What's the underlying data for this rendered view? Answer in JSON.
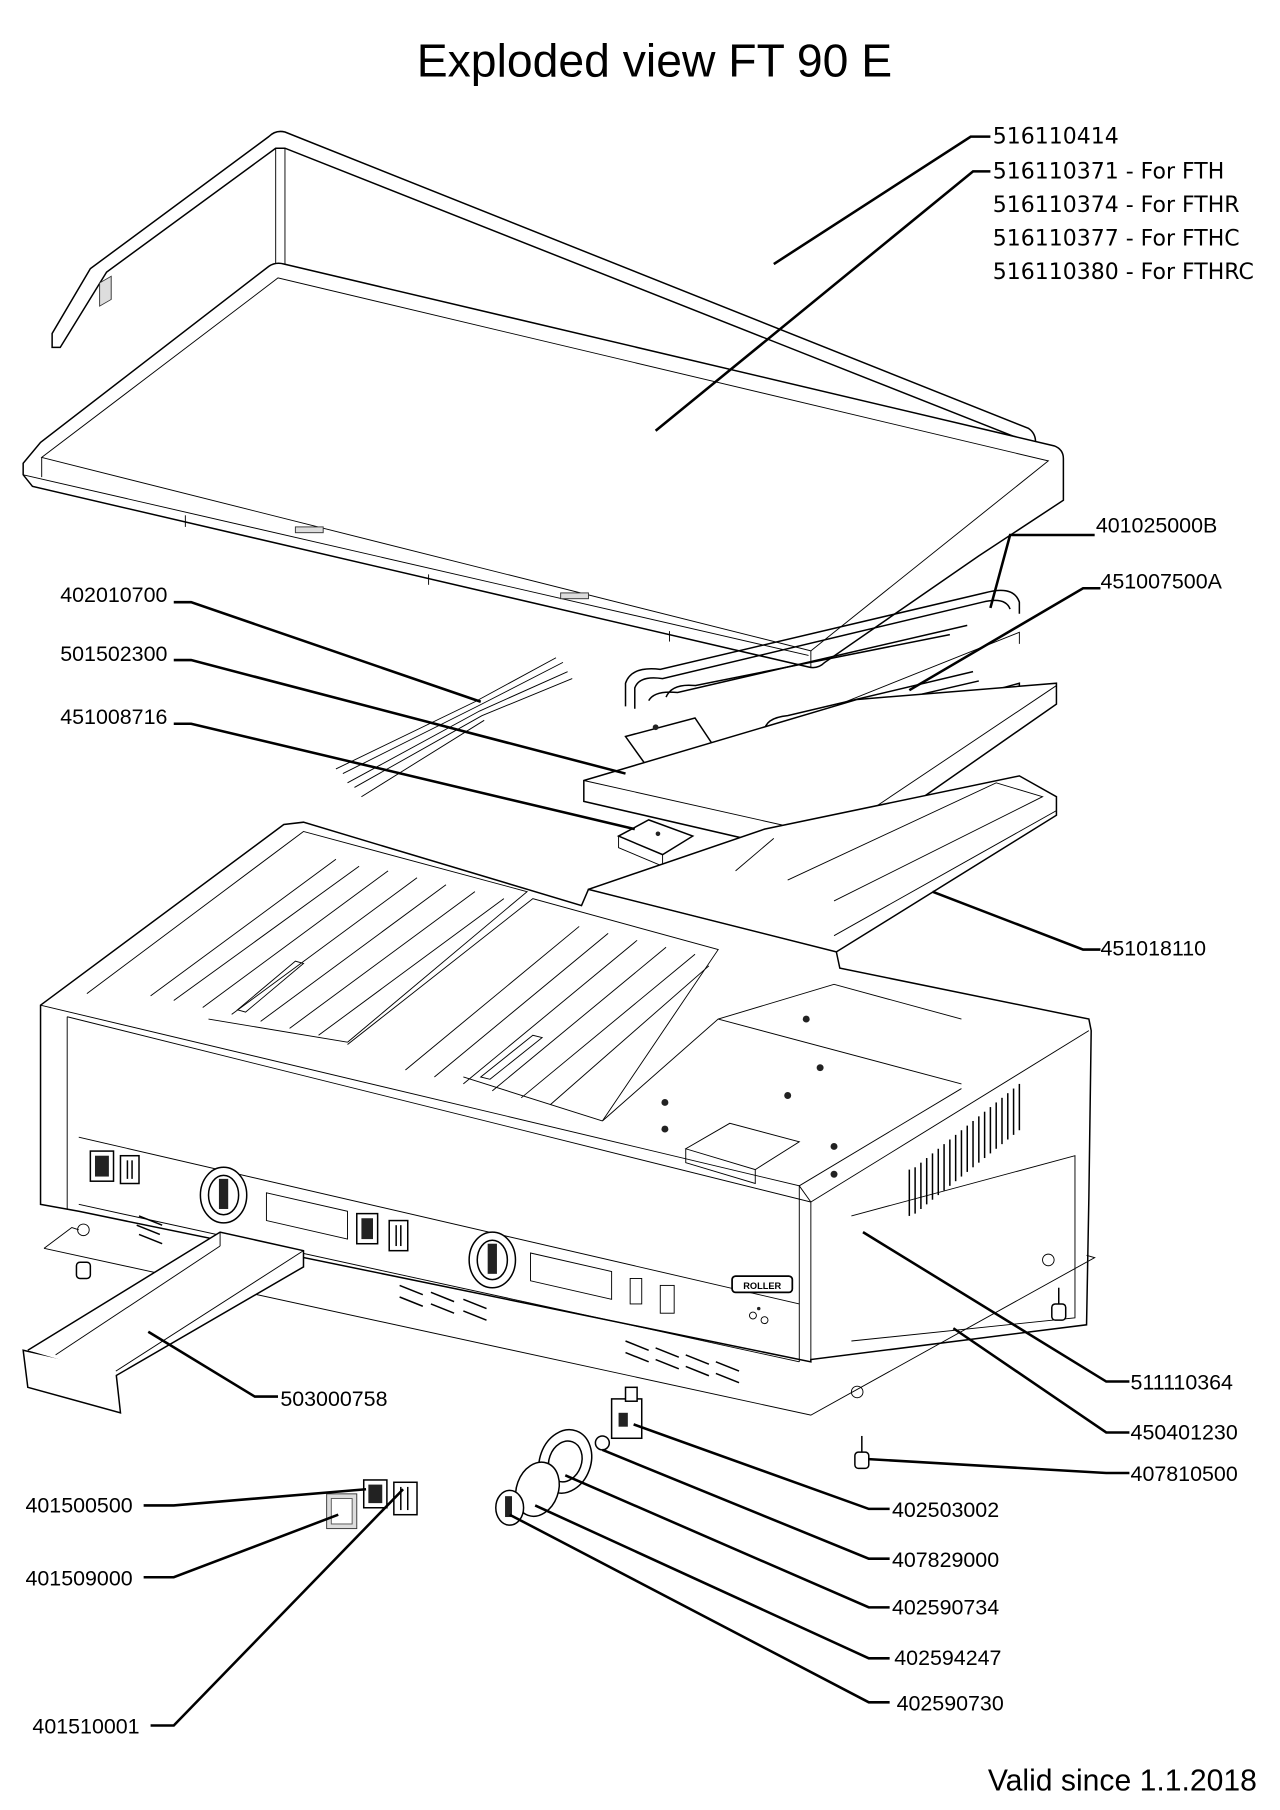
{
  "title": "Exploded view FT 90 E",
  "footer": "Valid since 1.1.2018",
  "brand_plate": "ROLLER",
  "callouts": [
    {
      "id": "516110414",
      "text": "516110414",
      "part": "splash guard / back and side walls"
    },
    {
      "id": "516110371",
      "text": "516110371 - For FTH",
      "part": "griddle plate"
    },
    {
      "id": "516110374",
      "text": "516110374 - For FTHR",
      "part": "griddle plate"
    },
    {
      "id": "516110377",
      "text": "516110377 - For FTHC",
      "part": "griddle plate"
    },
    {
      "id": "516110380",
      "text": "516110380 - For FTHRC",
      "part": "griddle plate"
    },
    {
      "id": "401025000B",
      "text": "401025000B",
      "part": "heating element"
    },
    {
      "id": "451007500A",
      "text": "451007500A",
      "part": "element holder plate"
    },
    {
      "id": "402010700",
      "text": "402010700",
      "part": "thermostat sensor"
    },
    {
      "id": "501502300",
      "text": "501502300",
      "part": "insulation board"
    },
    {
      "id": "451008716",
      "text": "451008716",
      "part": "bracket"
    },
    {
      "id": "451018110",
      "text": "451018110",
      "part": "element support frame"
    },
    {
      "id": "503000758",
      "text": "503000758",
      "part": "grease drawer"
    },
    {
      "id": "511110364",
      "text": "511110364",
      "part": "housing"
    },
    {
      "id": "450401230",
      "text": "450401230",
      "part": "base plate"
    },
    {
      "id": "407810500",
      "text": "407810500",
      "part": "adjustable foot"
    },
    {
      "id": "401500500",
      "text": "401500500",
      "part": "main switch"
    },
    {
      "id": "401509000",
      "text": "401509000",
      "part": "switch cover"
    },
    {
      "id": "401510001",
      "text": "401510001",
      "part": "indicator light"
    },
    {
      "id": "402503002",
      "text": "402503002",
      "part": "thermostat"
    },
    {
      "id": "407829000",
      "text": "407829000",
      "part": "washer"
    },
    {
      "id": "402590734",
      "text": "402590734",
      "part": "knob bezel"
    },
    {
      "id": "402594247",
      "text": "402594247",
      "part": "knob ring"
    },
    {
      "id": "402590730",
      "text": "402590730",
      "part": "control knob"
    }
  ]
}
